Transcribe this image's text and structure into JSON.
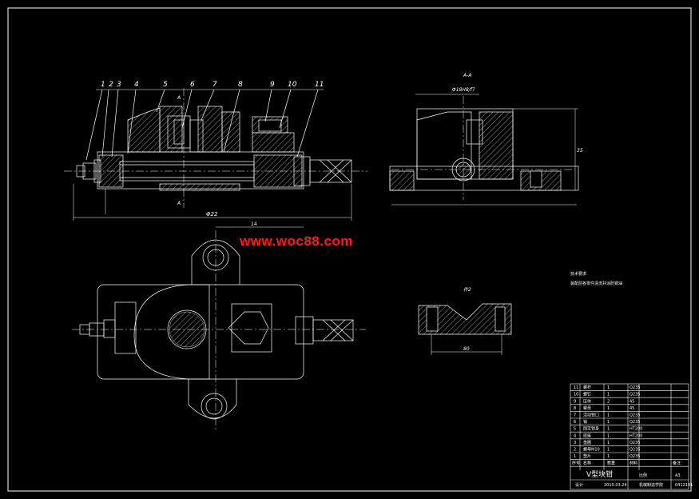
{
  "watermark": "www.woc88.com",
  "part_callouts": [
    "1",
    "2",
    "3",
    "4",
    "5",
    "6",
    "7",
    "8",
    "9",
    "10",
    "11"
  ],
  "labels": {
    "section_a": "A",
    "section_view": "A-A",
    "section_fit": "Φ18H8/f7",
    "overall_length": "Φ22",
    "top_dim": "14",
    "detail_2": "件2",
    "detail_2_dim": "80",
    "right_height": "35"
  },
  "notes": {
    "title": "技术要求",
    "line1": "装配前各零件清洗并涂防锈油"
  },
  "title_block": {
    "name": "V型块钳",
    "rows": [
      {
        "no": "11",
        "name": "螺杆",
        "qty": "1",
        "mat": "Q235"
      },
      {
        "no": "10",
        "name": "螺钉",
        "qty": "1",
        "mat": "Q235"
      },
      {
        "no": "9",
        "name": "压块",
        "qty": "2",
        "mat": "45"
      },
      {
        "no": "8",
        "name": "螺母",
        "qty": "1",
        "mat": "45"
      },
      {
        "no": "7",
        "name": "活动钳口",
        "qty": "1",
        "mat": "Q235"
      },
      {
        "no": "6",
        "name": "销",
        "qty": "1",
        "mat": "Q235"
      },
      {
        "no": "5",
        "name": "固定钳身",
        "qty": "1",
        "mat": "HT200"
      },
      {
        "no": "4",
        "name": "底座",
        "qty": "1",
        "mat": "HT200"
      },
      {
        "no": "3",
        "name": "垫圈",
        "qty": "1",
        "mat": "Q235"
      },
      {
        "no": "2",
        "name": "螺母M10",
        "qty": "1",
        "mat": "Q235"
      },
      {
        "no": "1",
        "name": "垫片",
        "qty": "1",
        "mat": "Q235"
      }
    ],
    "header": [
      "序号",
      "名称",
      "数量",
      "材料",
      "备注"
    ],
    "scale_label": "比例",
    "sheet_label": "A3",
    "designer": "设计",
    "date": "2010.03.24",
    "school": "机械制造学院",
    "code": "0412101"
  }
}
